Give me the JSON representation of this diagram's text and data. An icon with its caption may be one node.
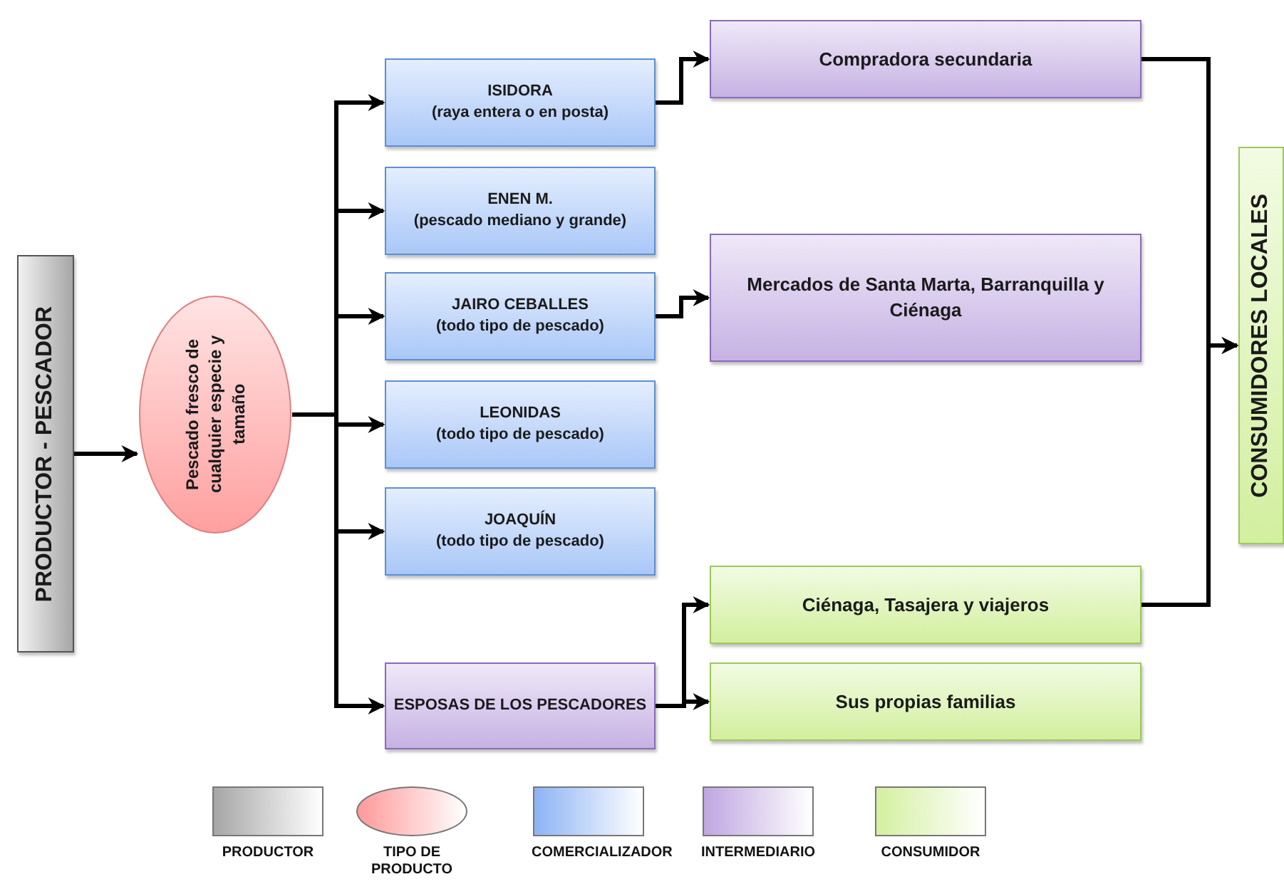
{
  "diagram": {
    "nodes": [
      {
        "text": [
          "PRODUCTOR - PESCADOR"
        ]
      },
      {
        "text": [
          "Pescado fresco de cualquier especie y tamaño"
        ]
      },
      {
        "text": [
          "ISIDORA",
          "(raya entera o en posta)"
        ]
      },
      {
        "text": [
          "ENEN M.",
          "(pescado mediano y grande)"
        ]
      },
      {
        "text": [
          "JAIRO CEBALLES",
          "(todo tipo de pescado)"
        ]
      },
      {
        "text": [
          "LEONIDAS",
          "(todo tipo de pescado)"
        ]
      },
      {
        "text": [
          "JOAQUÍN",
          "(todo tipo de pescado)"
        ]
      },
      {
        "text": [
          "ESPOSAS DE LOS PESCADORES"
        ]
      },
      {
        "text": [
          "Compradora secundaria"
        ]
      },
      {
        "text": [
          "Mercados de Santa Marta, Barranquilla y Ciénaga"
        ]
      },
      {
        "text": [
          "Ciénaga, Tasajera y viajeros"
        ]
      },
      {
        "text": [
          "Sus propias familias"
        ]
      },
      {
        "text": [
          "CONSUMIDORES LOCALES"
        ]
      }
    ],
    "edges": [
      {
        "from": 0,
        "to": 1,
        "arrow": "to"
      },
      {
        "from": 1,
        "to": 2,
        "arrow": "to"
      },
      {
        "from": 1,
        "to": 3,
        "arrow": "to"
      },
      {
        "from": 1,
        "to": 4,
        "arrow": "to"
      },
      {
        "from": 1,
        "to": 5,
        "arrow": "to"
      },
      {
        "from": 1,
        "to": 6,
        "arrow": "to"
      },
      {
        "from": 1,
        "to": 7,
        "arrow": "to"
      },
      {
        "from": 2,
        "to": 8,
        "arrow": "to"
      },
      {
        "from": 4,
        "to": 9,
        "arrow": "to"
      },
      {
        "from": 7,
        "to": 10,
        "arrow": "to"
      },
      {
        "from": 7,
        "to": 11,
        "arrow": "to"
      },
      {
        "from": 8,
        "to": 12,
        "arrow": "to"
      },
      {
        "from": 10,
        "to": 12,
        "arrow": "to"
      }
    ],
    "legend": [
      {
        "text": "PRODUCTOR",
        "color": "#a6a6a6"
      },
      {
        "text": "TIPO DE PRODUCTO",
        "color": "#ff9999"
      },
      {
        "text": "COMERCIALIZADOR",
        "color": "#8db3f5"
      },
      {
        "text": "INTERMEDIARIO",
        "color": "#bfa6e0"
      },
      {
        "text": "CONSUMIDOR",
        "color": "#d4f0a0"
      }
    ]
  }
}
